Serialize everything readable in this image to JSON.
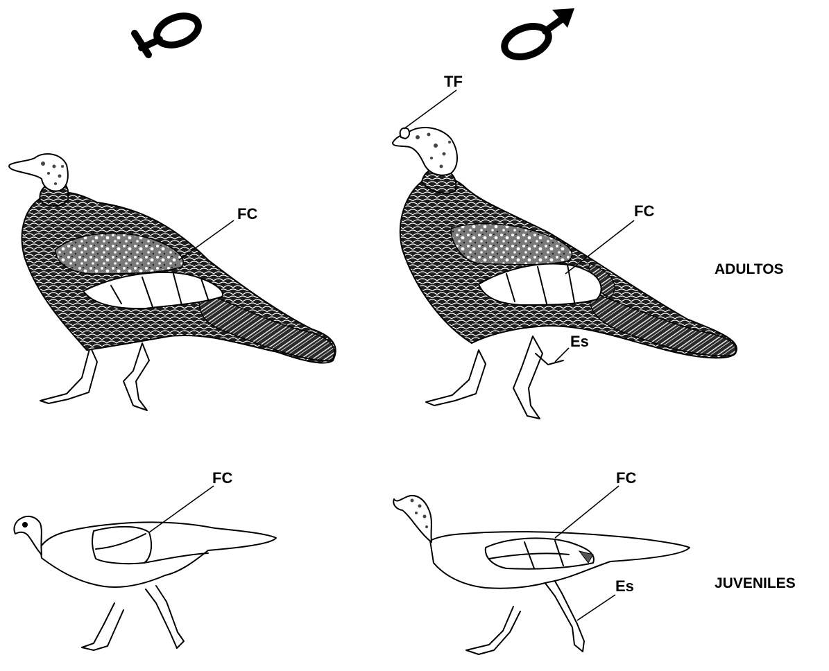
{
  "symbols": {
    "female": "female-symbol",
    "male": "male-symbol"
  },
  "rows": {
    "adults": "ADULTOS",
    "juveniles": "JUVENILES"
  },
  "labels": {
    "tf": "TF",
    "fc": "FC",
    "es": "Es"
  },
  "colors": {
    "ink": "#000000",
    "plumage": "#1e1e1e",
    "background": "#ffffff"
  }
}
